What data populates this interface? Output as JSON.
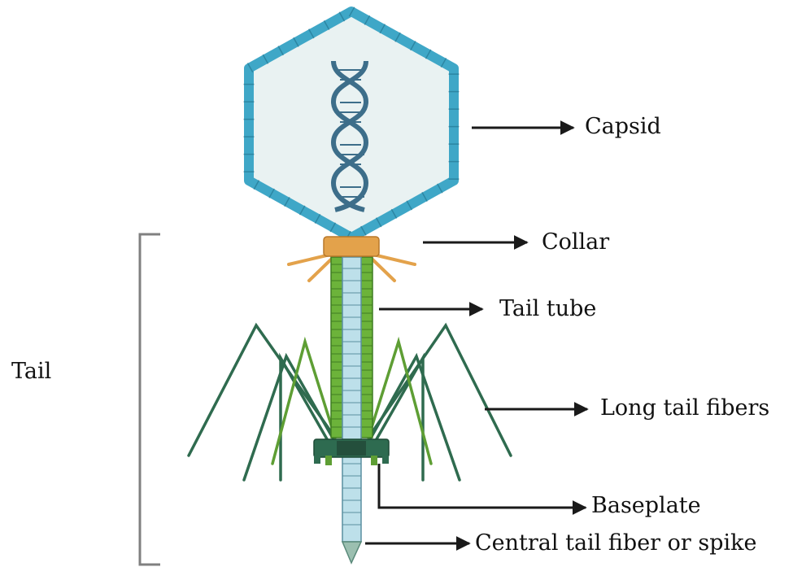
{
  "labels": {
    "capsid": "Capsid",
    "collar": "Collar",
    "tail_tube": "Tail tube",
    "long_tail_fibers": "Long tail fibers",
    "baseplate": "Baseplate",
    "spike": "Central tail fiber or spike",
    "tail": "Tail"
  },
  "colors": {
    "capsid_fill": "#e9f2f2",
    "capsid_border": "#3fa7c7",
    "dna": "#3d6e8a",
    "collar": "#e3a24b",
    "sheath": "#6cb33a",
    "tube": "#bde0ea",
    "fiber": "#2f6b4f",
    "fiber_light": "#5e9e34",
    "baseplate": "#2e6b50",
    "arrow": "#1a1a1a",
    "bracket": "#808080"
  }
}
